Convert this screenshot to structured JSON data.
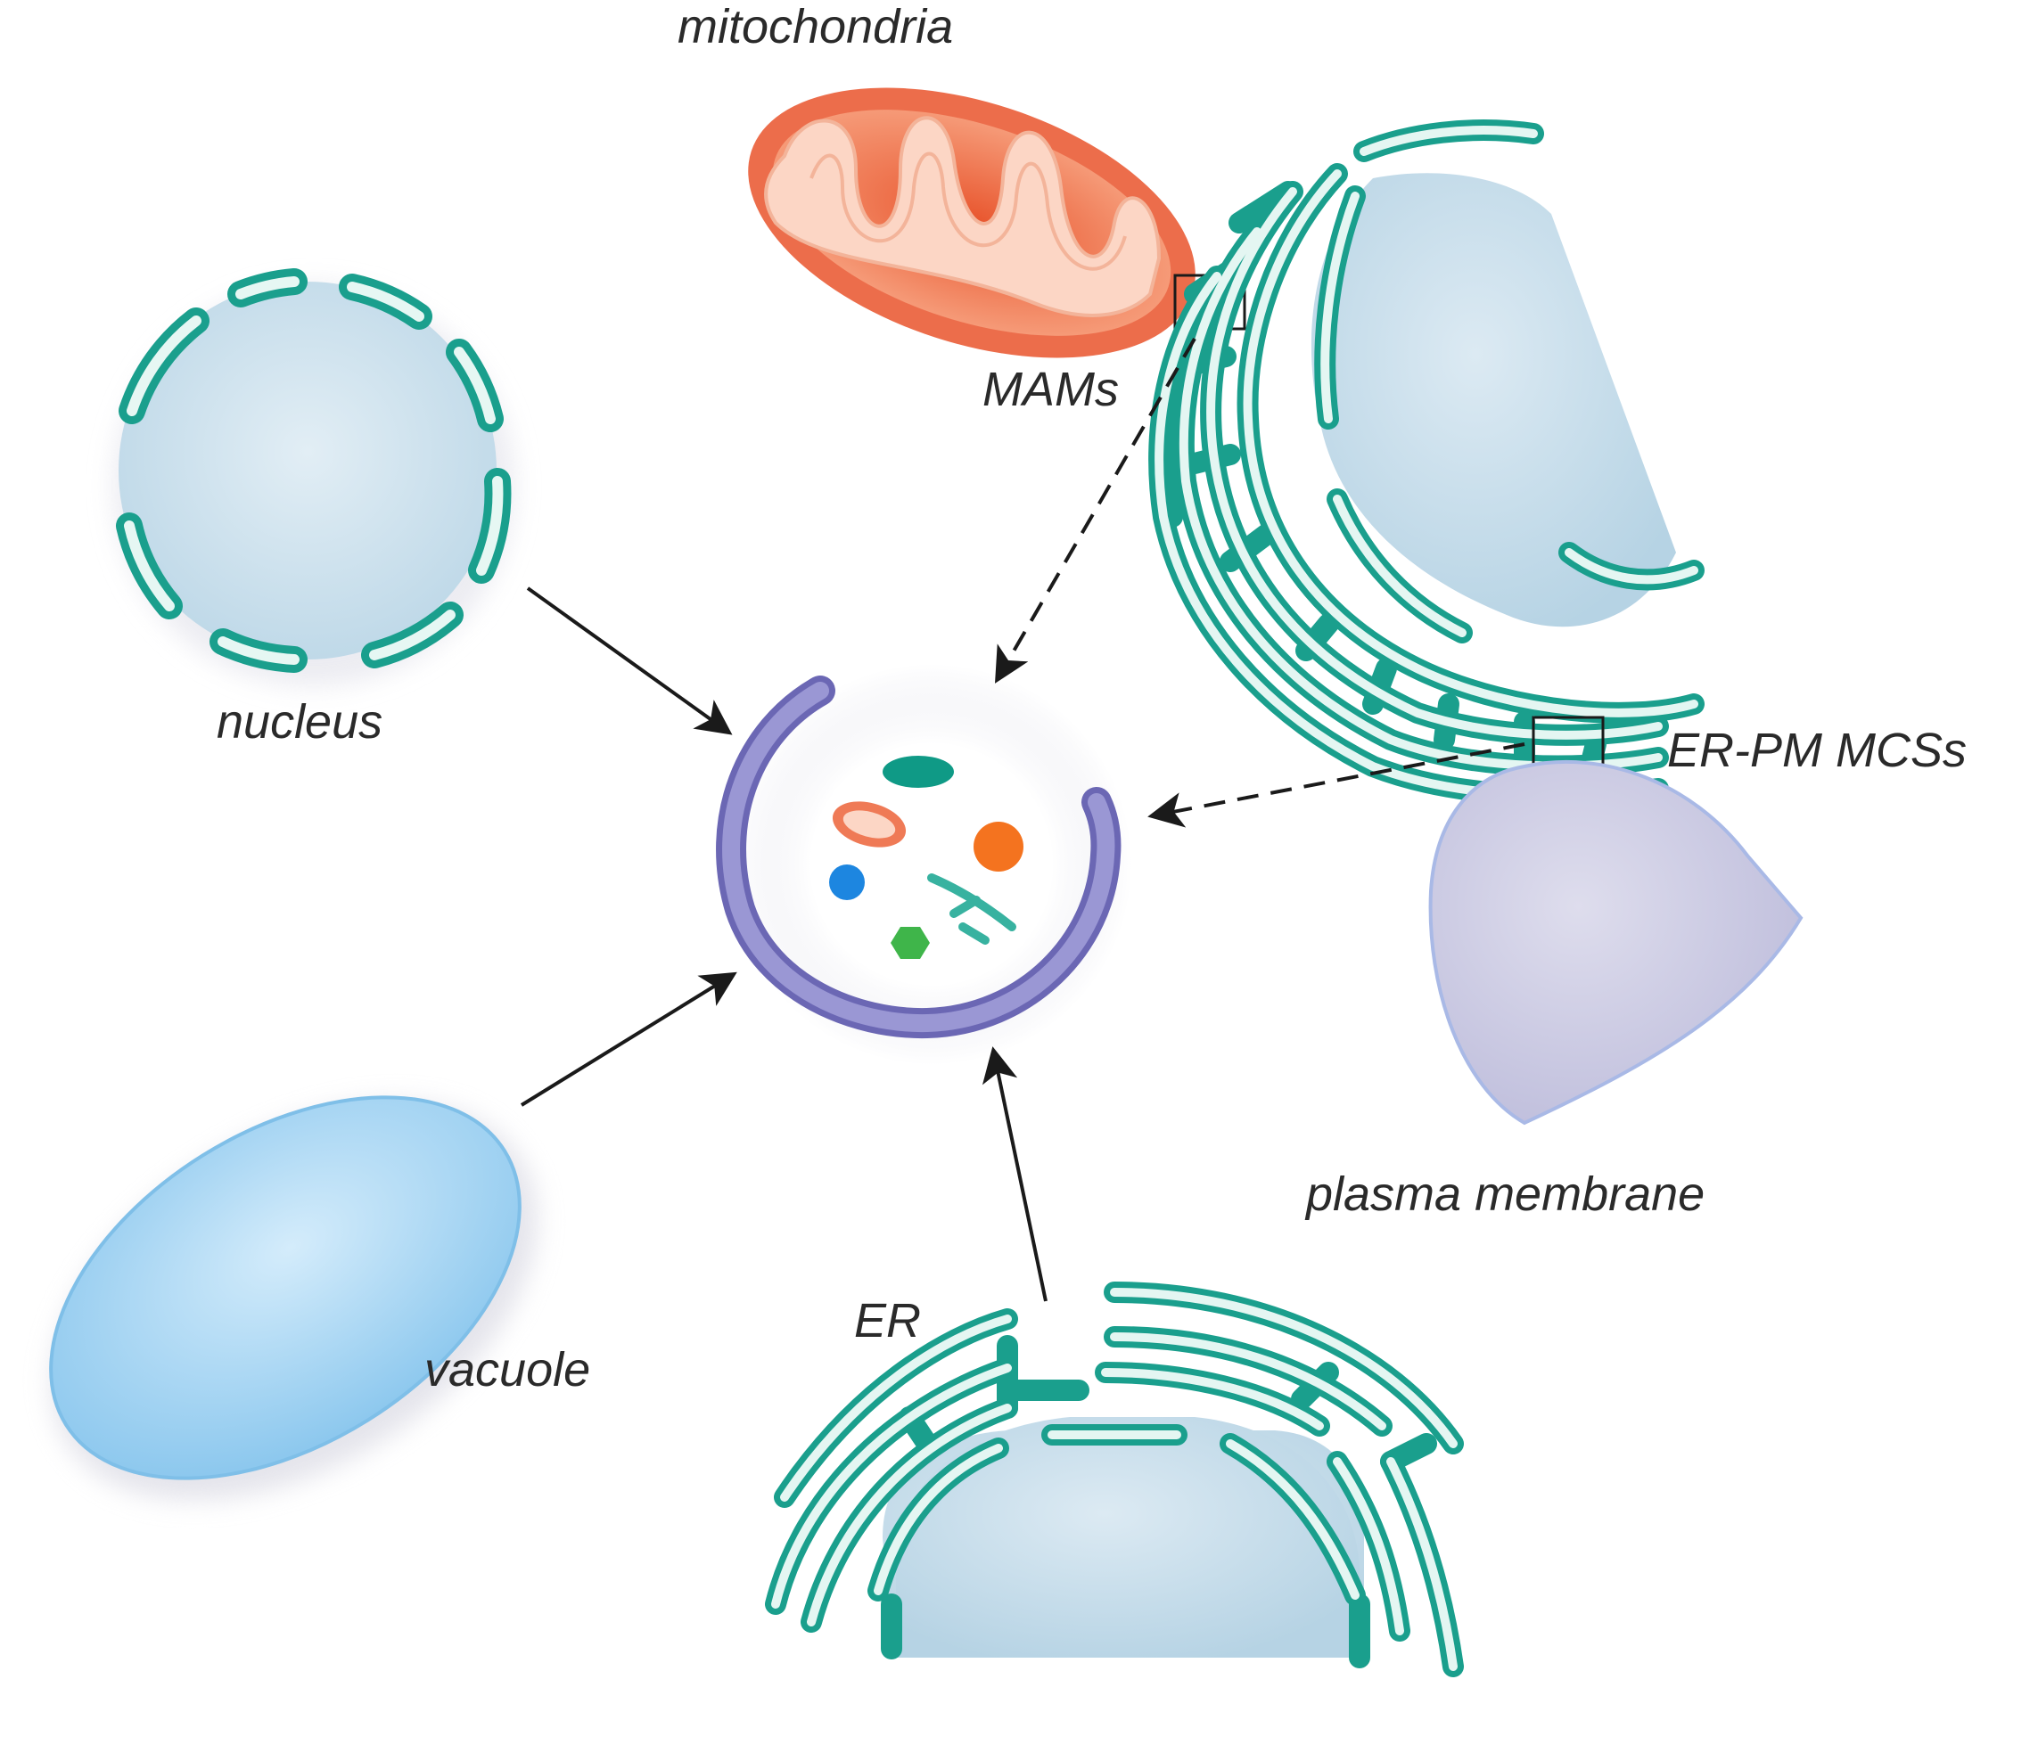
{
  "labels": {
    "mitochondria": "mitochondria",
    "mams": "MAMs",
    "nucleus": "nucleus",
    "er_pm_mcss": "ER-PM MCSs",
    "plasma_membrane": "plasma membrane",
    "vacuole": "vacuole",
    "er": "ER"
  },
  "colors": {
    "er_membrane": "#1a9f8d",
    "nucleus_fill": "#cfe3ee",
    "mitochondria_outer": "#ec6d4b",
    "mitochondria_inner": "#fcd6c5",
    "vacuole_fill": "#a9d6f3",
    "plasma_membrane_fill": "#cfcfe6",
    "phagophore": "#8a86c9",
    "arrow": "#1a1a1a"
  },
  "icons": [
    "autophagosome-icon",
    "mitochondrion-icon",
    "nucleus-icon",
    "vacuole-icon",
    "er-icon",
    "plasma-membrane-icon"
  ]
}
